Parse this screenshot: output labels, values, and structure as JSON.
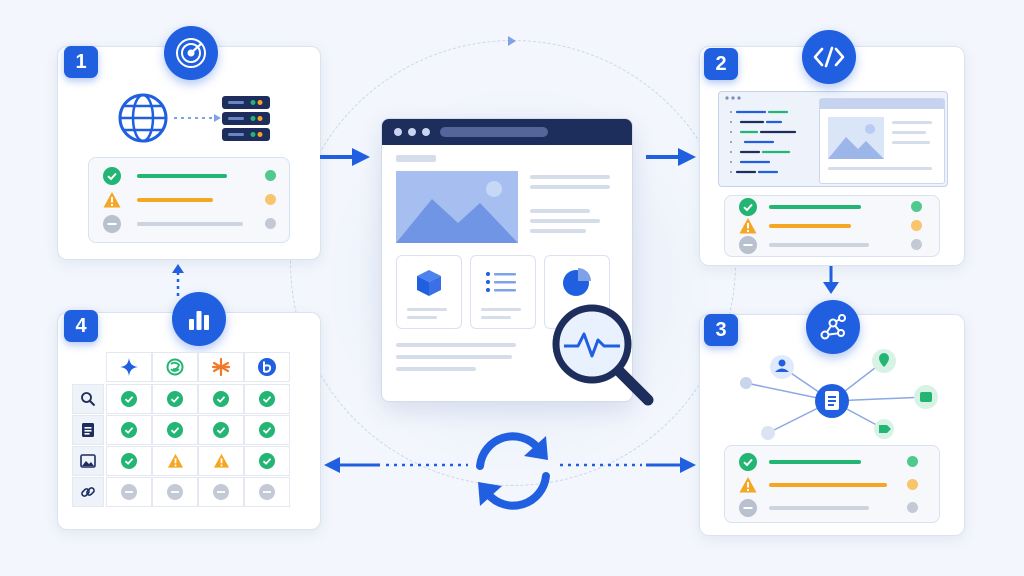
{
  "steps": {
    "one": {
      "number": "1"
    },
    "two": {
      "number": "2"
    },
    "three": {
      "number": "3"
    },
    "four": {
      "number": "4"
    }
  },
  "colors": {
    "primary": "#1f5fe0",
    "ok": "#22b573",
    "warn": "#f5a623",
    "neutral": "#b9c1cf",
    "dark": "#1d2d5c"
  },
  "icons": {
    "step1": "radar-icon",
    "step2": "code-icon",
    "step3": "network-graph-icon",
    "step4": "bar-chart-icon",
    "center": "magnifier-pulse-icon",
    "cycle": "refresh-cycle-icon"
  },
  "status_rows": [
    "ok",
    "warn",
    "neutral"
  ],
  "matrix": {
    "columns": [
      "sparkle-logo",
      "spiral-logo",
      "asterisk-logo",
      "b-logo"
    ],
    "rows": [
      {
        "icon": "search-icon",
        "cells": [
          "ok",
          "ok",
          "ok",
          "ok"
        ]
      },
      {
        "icon": "document-icon",
        "cells": [
          "ok",
          "ok",
          "ok",
          "ok"
        ]
      },
      {
        "icon": "image-icon",
        "cells": [
          "ok",
          "warn",
          "warn",
          "ok"
        ]
      },
      {
        "icon": "link-icon",
        "cells": [
          "neutral",
          "neutral",
          "neutral",
          "neutral"
        ]
      }
    ]
  }
}
